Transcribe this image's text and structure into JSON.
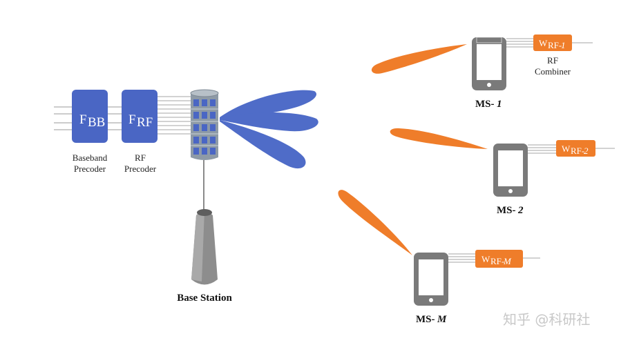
{
  "colors": {
    "block_blue": "#4a66c4",
    "beam_blue": "#4f6cc8",
    "beam_orange": "#ef7d2a",
    "phone_gray": "#7a7a7a",
    "antenna_gray": "#8e9aa6"
  },
  "baseband": {
    "symbol": "F",
    "sub": "BB",
    "label_line1": "Baseband",
    "label_line2": "Precoder"
  },
  "rf_precoder": {
    "symbol": "F",
    "sub": "RF",
    "label_line1": "RF",
    "label_line2": "Precoder"
  },
  "base_station": {
    "label": "Base Station"
  },
  "rf_combiner": {
    "label_line1": "RF",
    "label_line2": "Combiner"
  },
  "stations": [
    {
      "label_prefix": "MS-",
      "label_index": "1",
      "w_symbol": "W",
      "w_sub_prefix": "RF-",
      "w_sub_index": "1"
    },
    {
      "label_prefix": "MS-",
      "label_index": "2",
      "w_symbol": "W",
      "w_sub_prefix": "RF-",
      "w_sub_index": "2"
    },
    {
      "label_prefix": "MS-",
      "label_index": "M",
      "w_symbol": "W",
      "w_sub_prefix": "RF-",
      "w_sub_index": "M"
    }
  ],
  "watermark": "知乎 @科研社"
}
